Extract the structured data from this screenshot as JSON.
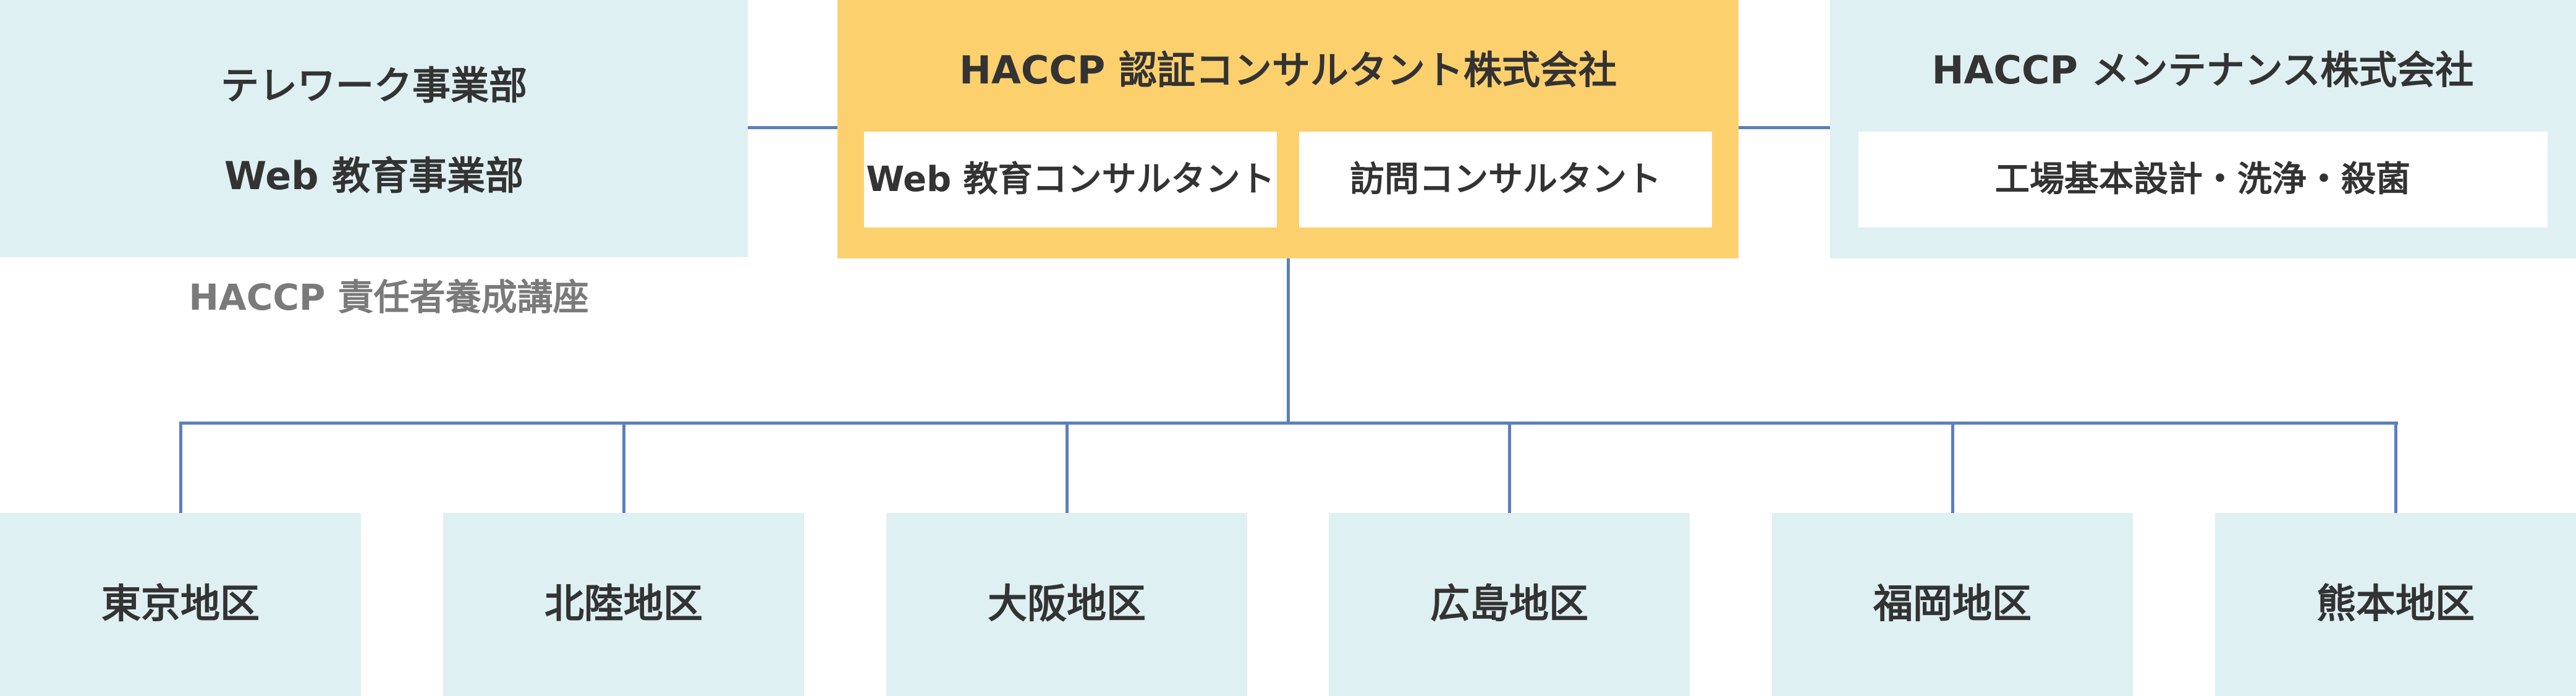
{
  "left_unit": {
    "lines": [
      "テレワーク事業部",
      "Web 教育事業部"
    ],
    "note": "HACCP 責任者養成講座"
  },
  "center_unit": {
    "title": "HACCP 認証コンサルタント株式会社",
    "sub_items": [
      "Web 教育コンサルタント",
      "訪問コンサルタント"
    ]
  },
  "right_unit": {
    "title": "HACCP メンテナンス株式会社",
    "sub_items": [
      "工場基本設計・洗浄・殺菌"
    ]
  },
  "regions": [
    "東京地区",
    "北陸地区",
    "大阪地区",
    "広島地区",
    "福岡地区",
    "熊本地区"
  ],
  "colors": {
    "light_box": "#dff0f2",
    "gold_box": "#fdd06e",
    "connector": "#5b7fbe",
    "text": "#333333",
    "note_text": "#7a7a7a"
  }
}
